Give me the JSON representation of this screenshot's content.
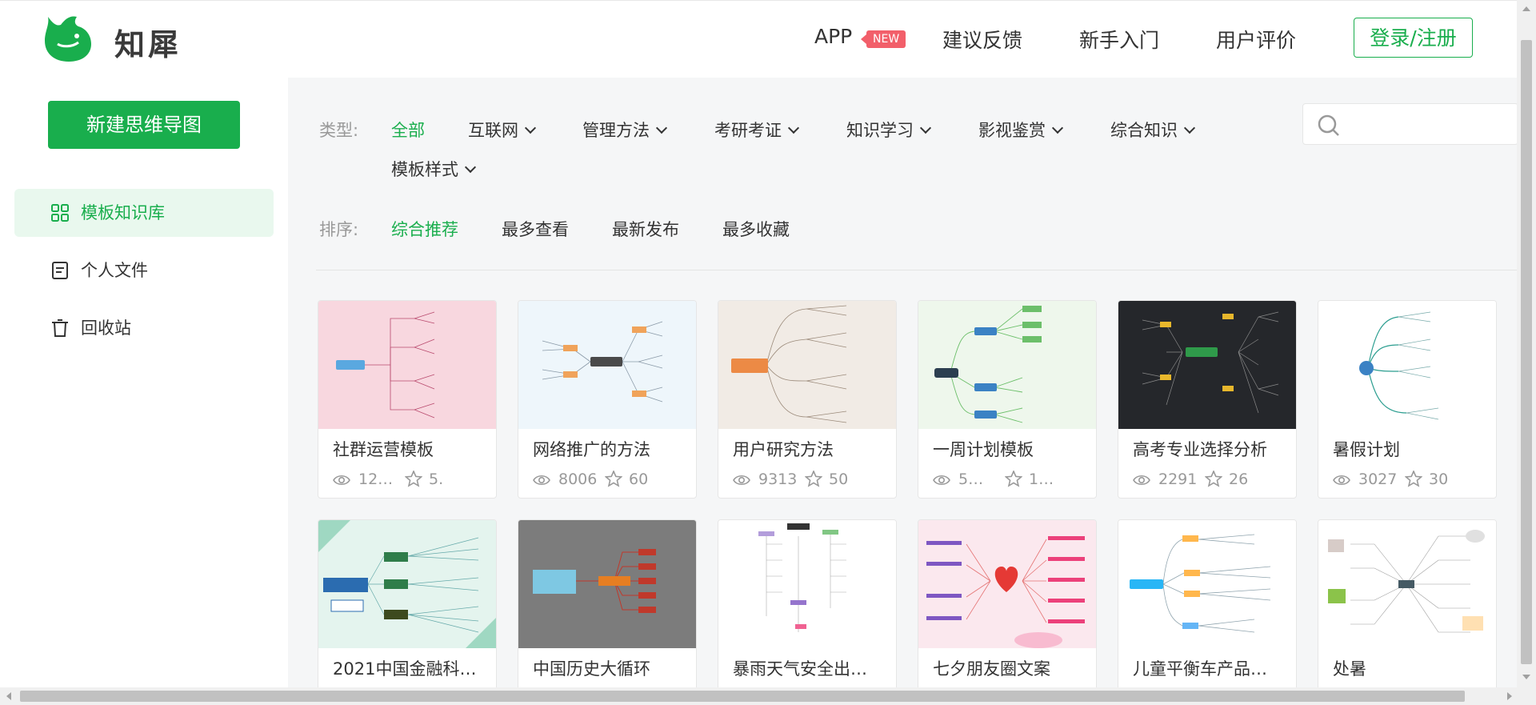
{
  "header": {
    "brand": "知犀",
    "nav": {
      "app": "APP",
      "app_badge": "NEW",
      "feedback": "建议反馈",
      "guide": "新手入门",
      "reviews": "用户评价",
      "login": "登录/注册"
    }
  },
  "sidebar": {
    "new_button": "新建思维导图",
    "items": [
      {
        "label": "模板知识库",
        "icon": "grid-icon",
        "active": true
      },
      {
        "label": "个人文件",
        "icon": "file-icon",
        "active": false
      },
      {
        "label": "回收站",
        "icon": "trash-icon",
        "active": false
      }
    ]
  },
  "filters": {
    "type_label": "类型:",
    "types": [
      "全部",
      "互联网",
      "管理方法",
      "考研考证",
      "知识学习",
      "影视鉴赏",
      "综合知识",
      "模板样式"
    ],
    "sort_label": "排序:",
    "sorts": [
      "综合推荐",
      "最多查看",
      "最新发布",
      "最多收藏"
    ],
    "search_placeholder": ""
  },
  "cards": [
    {
      "title": "社群运营模板",
      "views": "12…",
      "stars": "5.",
      "thumb_bg": "#f8d7df"
    },
    {
      "title": "网络推广的方法",
      "views": "8006",
      "stars": "60",
      "thumb_bg": "#eef6fb"
    },
    {
      "title": "用户研究方法",
      "views": "9313",
      "stars": "50",
      "thumb_bg": "#f1ebe5"
    },
    {
      "title": "一周计划模板",
      "views": "5…",
      "stars": "1…",
      "thumb_bg": "#eef7ec"
    },
    {
      "title": "高考专业选择分析",
      "views": "2291",
      "stars": "26",
      "thumb_bg": "#25272b"
    },
    {
      "title": "暑假计划",
      "views": "3027",
      "stars": "30",
      "thumb_bg": "#ffffff"
    },
    {
      "title": "2021中国金融科…",
      "views": "",
      "stars": "",
      "thumb_bg": "#e4f4ee"
    },
    {
      "title": "中国历史大循环",
      "views": "",
      "stars": "",
      "thumb_bg": "#7c7c7c"
    },
    {
      "title": "暴雨天气安全出…",
      "views": "",
      "stars": "",
      "thumb_bg": "#ffffff"
    },
    {
      "title": "七夕朋友圈文案",
      "views": "",
      "stars": "",
      "thumb_bg": "#fbe8ee"
    },
    {
      "title": "儿童平衡车产品…",
      "views": "",
      "stars": "",
      "thumb_bg": "#ffffff"
    },
    {
      "title": "处暑",
      "views": "",
      "stars": "",
      "thumb_bg": "#ffffff"
    }
  ],
  "colors": {
    "accent": "#19ae4d",
    "badge": "#f25f6a"
  }
}
